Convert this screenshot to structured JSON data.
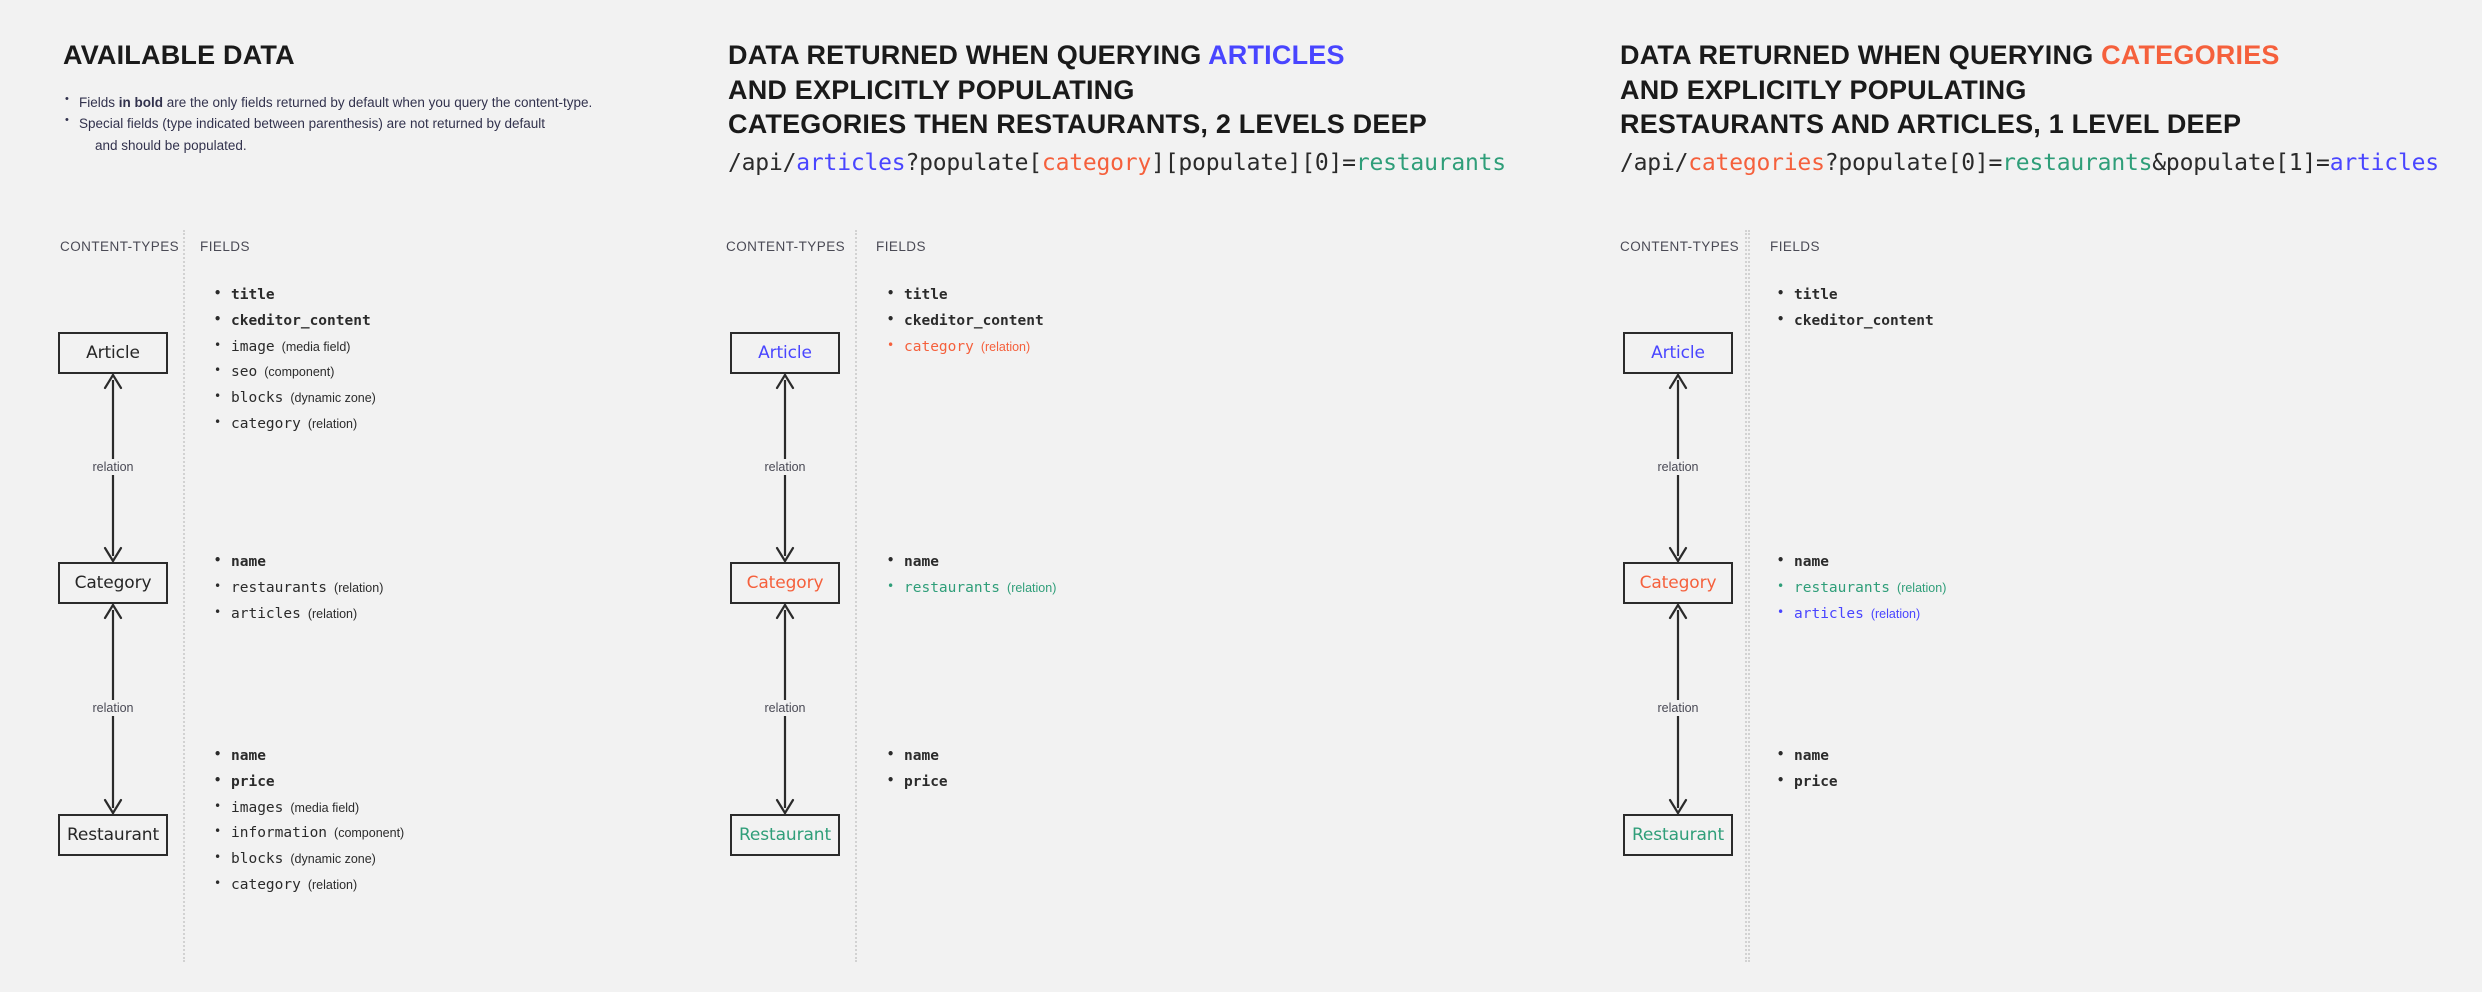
{
  "panels": [
    {
      "id": "available-data",
      "title_plain": "AVAILABLE DATA",
      "title_lines": [],
      "bullets": [
        {
          "pre": "Fields ",
          "bold": "in bold",
          "post": " are the only fields returned by default when you query the content-type."
        },
        {
          "pre": "Special fields (type indicated between parenthesis) are not returned by default",
          "bold": "",
          "post": "",
          "cont": "and should be populated."
        }
      ],
      "url": null,
      "captions": {
        "content_types": "CONTENT-TYPES",
        "fields": "FIELDS"
      },
      "nodes": [
        {
          "label": "Article",
          "color": "default"
        },
        {
          "label": "Category",
          "color": "default"
        },
        {
          "label": "Restaurant",
          "color": "default"
        }
      ],
      "relations": [
        {
          "label": "relation"
        },
        {
          "label": "relation"
        }
      ],
      "field_groups": [
        [
          {
            "name": "title",
            "type": "",
            "bold": true,
            "color": "default"
          },
          {
            "name": "ckeditor_content",
            "type": "",
            "bold": true,
            "color": "default"
          },
          {
            "name": "image",
            "type": "(media field)",
            "bold": false,
            "color": "default"
          },
          {
            "name": "seo",
            "type": "(component)",
            "bold": false,
            "color": "default"
          },
          {
            "name": "blocks",
            "type": "(dynamic zone)",
            "bold": false,
            "color": "default"
          },
          {
            "name": "category",
            "type": "(relation)",
            "bold": false,
            "color": "default"
          }
        ],
        [
          {
            "name": "name",
            "type": "",
            "bold": true,
            "color": "default"
          },
          {
            "name": "restaurants",
            "type": "(relation)",
            "bold": false,
            "color": "default"
          },
          {
            "name": "articles",
            "type": "(relation)",
            "bold": false,
            "color": "default"
          }
        ],
        [
          {
            "name": "name",
            "type": "",
            "bold": true,
            "color": "default"
          },
          {
            "name": "price",
            "type": "",
            "bold": true,
            "color": "default"
          },
          {
            "name": "images",
            "type": "(media field)",
            "bold": false,
            "color": "default"
          },
          {
            "name": "information",
            "type": "(component)",
            "bold": false,
            "color": "default"
          },
          {
            "name": "blocks",
            "type": "(dynamic zone)",
            "bold": false,
            "color": "default"
          },
          {
            "name": "category",
            "type": "(relation)",
            "bold": false,
            "color": "default"
          }
        ]
      ]
    },
    {
      "id": "query-articles",
      "title_plain": "",
      "title_lines": [
        [
          {
            "t": "DATA RETURNED WHEN QUERYING ",
            "c": "plain"
          },
          {
            "t": "ARTICLES",
            "c": "blue"
          }
        ],
        [
          {
            "t": "AND EXPLICITLY POPULATING",
            "c": "plain"
          }
        ],
        [
          {
            "t": "CATEGORIES THEN RESTAURANTS, 2 LEVELS DEEP",
            "c": "plain"
          }
        ]
      ],
      "bullets": [],
      "url": [
        {
          "t": "/api/",
          "c": "plain"
        },
        {
          "t": "articles",
          "c": "blue"
        },
        {
          "t": "?populate[",
          "c": "plain"
        },
        {
          "t": "category",
          "c": "red"
        },
        {
          "t": "][populate][0]=",
          "c": "plain"
        },
        {
          "t": "restaurants",
          "c": "green"
        }
      ],
      "captions": {
        "content_types": "CONTENT-TYPES",
        "fields": "FIELDS"
      },
      "nodes": [
        {
          "label": "Article",
          "color": "blue"
        },
        {
          "label": "Category",
          "color": "red"
        },
        {
          "label": "Restaurant",
          "color": "green"
        }
      ],
      "relations": [
        {
          "label": "relation"
        },
        {
          "label": "relation"
        }
      ],
      "field_groups": [
        [
          {
            "name": "title",
            "type": "",
            "bold": true,
            "color": "default"
          },
          {
            "name": "ckeditor_content",
            "type": "",
            "bold": true,
            "color": "default"
          },
          {
            "name": "category",
            "type": "(relation)",
            "bold": false,
            "color": "red"
          }
        ],
        [
          {
            "name": "name",
            "type": "",
            "bold": true,
            "color": "default"
          },
          {
            "name": "restaurants",
            "type": "(relation)",
            "bold": false,
            "color": "green"
          }
        ],
        [
          {
            "name": "name",
            "type": "",
            "bold": true,
            "color": "default"
          },
          {
            "name": "price",
            "type": "",
            "bold": true,
            "color": "default"
          }
        ]
      ]
    },
    {
      "id": "query-categories",
      "title_plain": "",
      "title_lines": [
        [
          {
            "t": "DATA RETURNED WHEN QUERYING ",
            "c": "plain"
          },
          {
            "t": "CATEGORIES",
            "c": "red"
          }
        ],
        [
          {
            "t": "AND EXPLICITLY POPULATING",
            "c": "plain"
          }
        ],
        [
          {
            "t": "RESTAURANTS AND ARTICLES, 1 LEVEL DEEP",
            "c": "plain"
          }
        ]
      ],
      "bullets": [],
      "url": [
        {
          "t": "/api/",
          "c": "plain"
        },
        {
          "t": "categories",
          "c": "red"
        },
        {
          "t": "?populate[0]=",
          "c": "plain"
        },
        {
          "t": "restaurants",
          "c": "green"
        },
        {
          "t": "&populate[1]=",
          "c": "plain"
        },
        {
          "t": "articles",
          "c": "blue"
        }
      ],
      "captions": {
        "content_types": "CONTENT-TYPES",
        "fields": "FIELDS"
      },
      "nodes": [
        {
          "label": "Article",
          "color": "blue"
        },
        {
          "label": "Category",
          "color": "red"
        },
        {
          "label": "Restaurant",
          "color": "green"
        }
      ],
      "relations": [
        {
          "label": "relation"
        },
        {
          "label": "relation"
        }
      ],
      "field_groups": [
        [
          {
            "name": "title",
            "type": "",
            "bold": true,
            "color": "default"
          },
          {
            "name": "ckeditor_content",
            "type": "",
            "bold": true,
            "color": "default"
          }
        ],
        [
          {
            "name": "name",
            "type": "",
            "bold": true,
            "color": "default"
          },
          {
            "name": "restaurants",
            "type": "(relation)",
            "bold": false,
            "color": "green"
          },
          {
            "name": "articles",
            "type": "(relation)",
            "bold": false,
            "color": "blue"
          }
        ],
        [
          {
            "name": "name",
            "type": "",
            "bold": true,
            "color": "default"
          },
          {
            "name": "price",
            "type": "",
            "bold": true,
            "color": "default"
          }
        ]
      ]
    }
  ],
  "colors": {
    "background": "#f2f2f2",
    "ink": "#1f1f1f",
    "blue": "#4945ff",
    "red": "#f5603c",
    "green": "#2f9e79",
    "muted": "#4a4a55",
    "divider": "#d2d2d2"
  }
}
